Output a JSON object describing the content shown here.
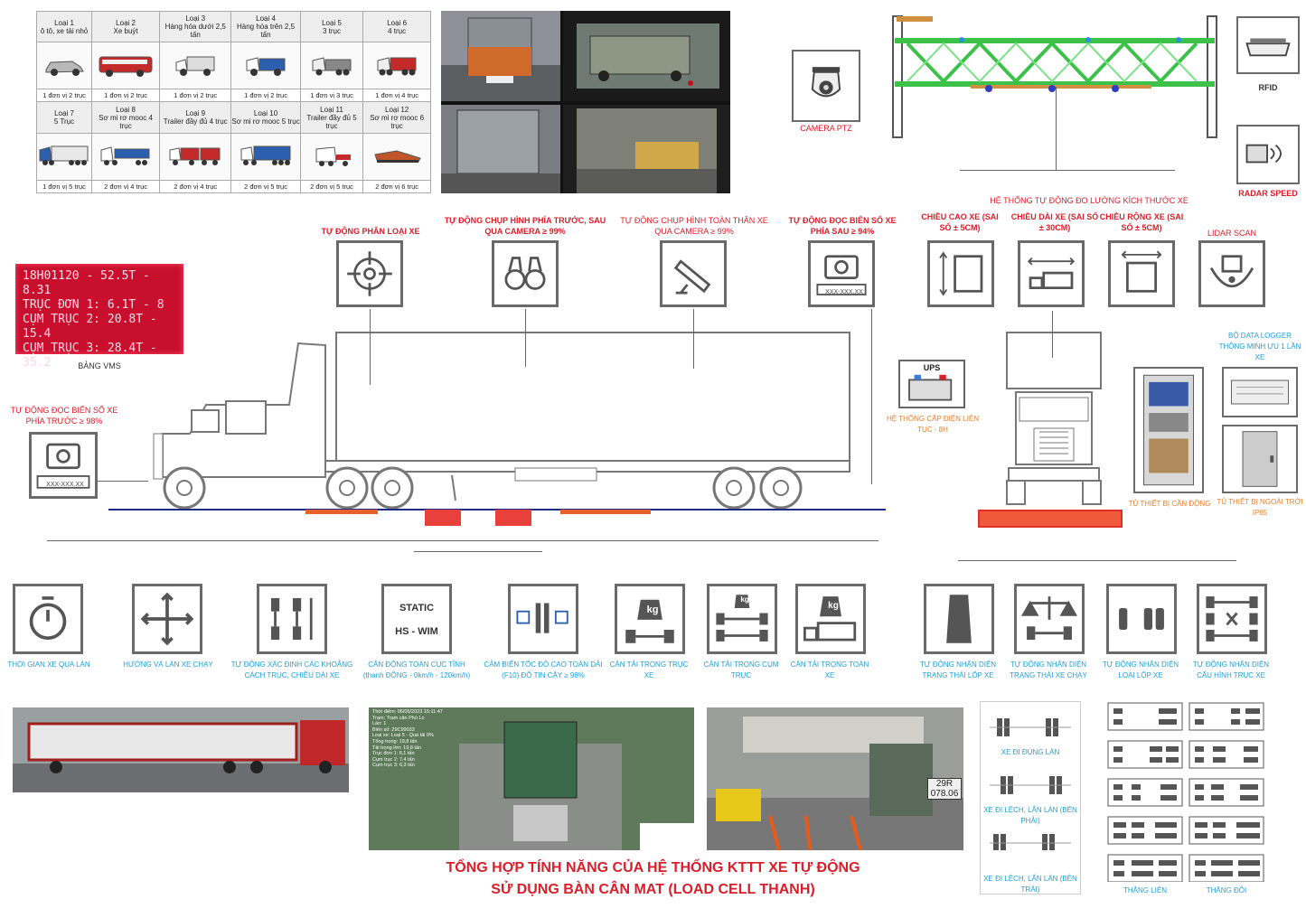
{
  "vehicle_classes": {
    "row1": [
      {
        "head": "Loại 1\nô tô, xe tải nhỏ",
        "foot": "1 đơn vị 2 trục"
      },
      {
        "head": "Loại 2\nXe buýt",
        "foot": "1 đơn vị 2 trục"
      },
      {
        "head": "Loại 3\nHàng hóa dưới 2,5 tấn",
        "foot": "1 đơn vị 2 trục"
      },
      {
        "head": "Loại 4\nHàng hóa trên 2,5 tấn",
        "foot": "1 đơn vị 2 trục"
      },
      {
        "head": "Loại 5\n3 trục",
        "foot": "1 đơn vị 3 trục"
      },
      {
        "head": "Loại 6\n4 trục",
        "foot": "1 đơn vị 4 trục"
      }
    ],
    "row2": [
      {
        "head": "Loại 7\n5 Trục",
        "foot": "1 đơn vị 5 trục"
      },
      {
        "head": "Loại 8\nSơ mi rơ mooc 4 trục",
        "foot": "2 đơn vị 4 trục"
      },
      {
        "head": "Loại 9\nTrailer đầy đủ 4 trục",
        "foot": "2 đơn vị 4 trục"
      },
      {
        "head": "Loại 10\nSơ mi rơ mooc 5 trục",
        "foot": "2 đơn vị 5 trục"
      },
      {
        "head": "Loại 11\nTrailer đầy đủ 5 trục",
        "foot": "2 đơn vị 5 trục"
      },
      {
        "head": "Loại 12\nSơ mi rơ mooc 6 trục",
        "foot": "2 đơn vị 6 trục"
      }
    ]
  },
  "top_labels": {
    "camera_ptz": "CAMERA PTZ",
    "rfid": "RFID",
    "radar_speed": "RADAR SPEED",
    "auto_measure": "HỆ THỐNG TỰ ĐỘNG ĐO LƯỜNG KÍCH THƯỚC XE",
    "lidar": "LIDAR SCAN"
  },
  "feature_captions": {
    "classify": "TỰ ĐỘNG PHÂN LOẠI XE",
    "capture_front_rear": "TỰ ĐỘNG CHỤP HÌNH PHÍA TRƯỚC, SAU QUA CAMERA ≥ 99%",
    "capture_body": "TỰ ĐỘNG CHỤP HÌNH TOÀN THÂN XE QUA CAMERA ≥ 99%",
    "read_rear_plate": "TỰ ĐỘNG ĐỌC BIỂN SỐ XE PHÍA SAU ≥ 94%",
    "height": "CHIỀU CAO XE (SAI SỐ ± 5CM)",
    "length": "CHIỀU DÀI XE (SAI SỐ ± 30CM)",
    "width": "CHIỀU RỘNG XE (SAI SỐ ± 5CM)",
    "read_front_plate": "TỰ ĐỘNG ĐỌC BIỂN SỐ XE PHÍA TRƯỚC ≥ 98%"
  },
  "vms": {
    "caption": "BẢNG VMS",
    "lines": [
      "18H01120 - 52.5T - 8.31",
      "TRỤC ĐƠN 1: 6.1T - 8",
      "CỤM TRỤC 2: 20.8T - 15.4",
      "CỤM TRỤC 3: 28.4T - 35.2"
    ]
  },
  "plate_text": "XXX-XXX.XX",
  "ups": {
    "label": "UPS",
    "caption": "HỆ THỐNG CẤP ĐIỆN LIÊN TỤC - 8H"
  },
  "cabinets": {
    "logger": "BỘ DATA LOGGER THÔNG MINH ƯU 1 LẦN XE",
    "inside": "TỦ THIẾT BỊ CẦN ĐỘNG",
    "outside": "TỦ THIẾT BỊ NGOÀI TRỜI IP65"
  },
  "bottom_features": [
    {
      "caption": "THỜI GIAN XE QUA LÀN"
    },
    {
      "caption": "HƯỚNG VÀ LÀN XE CHẠY"
    },
    {
      "caption": "TỰ ĐỘNG XÁC ĐỊNH CÁC KHOẢNG CÁCH TRỤC, CHIỀU DÀI XE"
    },
    {
      "caption": "CÂN ĐỘNG TOÀN CỤC TĨNH (thanh ĐỘNG - 0km/h - 120km/h)",
      "static": "STATIC",
      "hswim": "HS - WIM"
    },
    {
      "caption": "CẢM BIẾN TỐC ĐỘ CAO TOÀN DẢI (F10) ĐỘ TIN CẬY ≥ 98%"
    },
    {
      "caption": "CÂN TẢI TRỌNG TRỤC XE"
    },
    {
      "caption": "CÂN TẢI TRỌNG CỤM TRỤC"
    },
    {
      "caption": "CÂN TẢI TRỌNG TOÀN XE"
    },
    {
      "caption": "TỰ ĐỘNG NHẬN DIỆN TRẠNG THÁI LỐP XE"
    },
    {
      "caption": "TỰ ĐỘNG NHẬN DIỆN TRẠNG THÁI XE CHẠY"
    },
    {
      "caption": "TỰ ĐỘNG NHẬN DIỆN LOẠI LỐP XE"
    },
    {
      "caption": "TỰ ĐỘNG NHẬN DIỆN CẤU HÌNH TRỤC XE"
    }
  ],
  "kg": "kg",
  "wheel_track": {
    "items": [
      "XE ĐI ĐÚNG LÀN",
      "XE ĐI LỆCH, LẤN LÀN (BÊN PHẢI)",
      "XE ĐI LỆCH, LẤN LÀN (BÊN TRÁI)"
    ],
    "single": "THẲNG LIÊN",
    "dual": "THẲNG ĐÔI"
  },
  "photo_overlay": {
    "lines": [
      "Thời điểm: 06/05/2023 15:11:47",
      "Trạm: Trạm cân Phú Lo",
      "Làn: 1",
      "Biển số: 29C99033",
      "Loại xe: Loại 5 - Quá tải 0%",
      "Tổng trọng: 19,8 tấn",
      "Tải trọng lớn: 19,8 tấn",
      "Trục đơn 1: 6,1 tấn",
      "Cụm trục 2: 7,4 tấn",
      "Cụm trục 3: 6,3 tấn"
    ],
    "plate": "29R 078.06"
  },
  "title": {
    "line1": "TỔNG HỢP TÍNH NĂNG CỦA HỆ THỐNG KTTT XE TỰ ĐỘNG",
    "line2": "SỬ DỤNG BÀN CÂN MAT (LOAD CELL THANH)"
  },
  "colors": {
    "accent": "#d8202a",
    "orange": "#e8802a",
    "blue": "#20a0d8",
    "green": "#3cc24a",
    "vms": "#c8102e"
  }
}
